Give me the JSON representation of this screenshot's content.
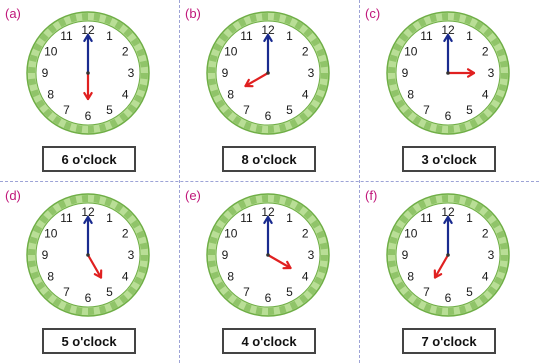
{
  "clocks": [
    {
      "letter": "(a)",
      "label": "6 o'clock",
      "hour": 6
    },
    {
      "letter": "(b)",
      "label": "8 o'clock",
      "hour": 8
    },
    {
      "letter": "(c)",
      "label": "3 o'clock",
      "hour": 3
    },
    {
      "letter": "(d)",
      "label": "5 o'clock",
      "hour": 5
    },
    {
      "letter": "(e)",
      "label": "4 o'clock",
      "hour": 4
    },
    {
      "letter": "(f)",
      "label": "7 o'clock",
      "hour": 7
    }
  ],
  "numerals": [
    "12",
    "1",
    "2",
    "3",
    "4",
    "5",
    "6",
    "7",
    "8",
    "9",
    "10",
    "11"
  ],
  "colors": {
    "ring_light": "#b9de96",
    "ring_dark": "#6fae46",
    "minute_hand": "#1a2b8f",
    "hour_hand": "#e02020",
    "letter": "#c0167a",
    "divider": "#9da3d6"
  },
  "icons": {
    "hour_hand": "red-arrow",
    "minute_hand": "blue-arrow"
  }
}
